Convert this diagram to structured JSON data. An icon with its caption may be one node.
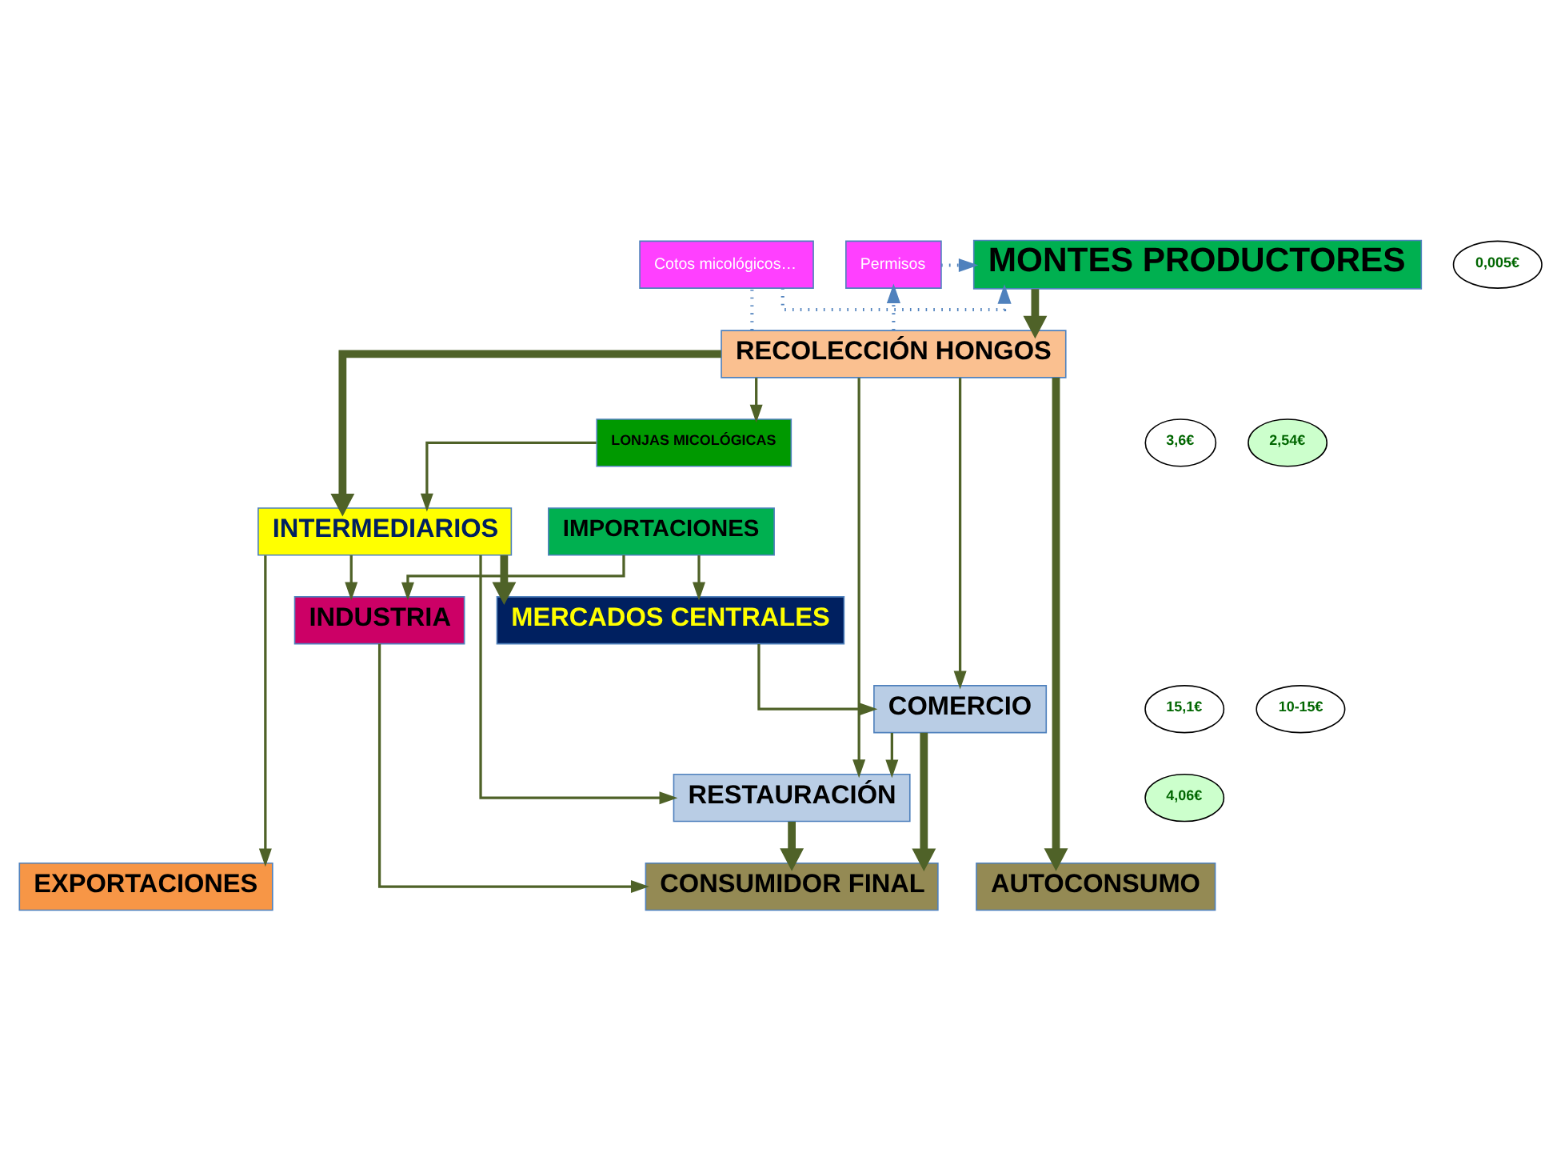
{
  "diagram": {
    "nodes": [
      {
        "text": [
          "MONTES PRODUCTORES"
        ]
      },
      {
        "text": [
          "Cotos micológicos…"
        ]
      },
      {
        "text": [
          "Permisos"
        ]
      },
      {
        "text": [
          "RECOLECCIÓN HONGOS"
        ]
      },
      {
        "text": [
          "IMPORTACIONES"
        ]
      },
      {
        "text": [
          "LONJAS MICOLÓGICAS"
        ]
      },
      {
        "text": [
          "INTERMEDIARIOS"
        ]
      },
      {
        "text": [
          "MERCADOS CENTRALES"
        ]
      },
      {
        "text": [
          "INDUSTRIA"
        ]
      },
      {
        "text": [
          "COMERCIO"
        ]
      },
      {
        "text": [
          "RESTAURACIÓN"
        ]
      },
      {
        "text": [
          "EXPORTACIONES"
        ]
      },
      {
        "text": [
          "CONSUMIDOR FINAL"
        ]
      },
      {
        "text": [
          "AUTOCONSUMO"
        ]
      },
      {
        "text": [
          "0,005€"
        ]
      },
      {
        "text": [
          "3,6€"
        ]
      },
      {
        "text": [
          "2,54€"
        ]
      },
      {
        "text": [
          "15,1€"
        ]
      },
      {
        "text": [
          "10-15€"
        ]
      },
      {
        "text": [
          "4,06€"
        ]
      }
    ],
    "edges": [
      {
        "from": 3,
        "to": 1,
        "arrow": "none",
        "style": "dashed",
        "color": "#4f81bd"
      },
      {
        "from": 1,
        "to": 0,
        "arrow": "to",
        "style": "dashed",
        "color": "#4f81bd"
      },
      {
        "from": 3,
        "to": 2,
        "arrow": "to",
        "style": "dashed",
        "color": "#4f81bd"
      },
      {
        "from": 2,
        "to": 0,
        "arrow": "to",
        "style": "dashed",
        "color": "#4f81bd"
      },
      {
        "from": 0,
        "to": 3,
        "arrow": "to",
        "style": "thick"
      },
      {
        "from": 3,
        "to": 5,
        "arrow": "to"
      },
      {
        "from": 5,
        "to": 6,
        "arrow": "to"
      },
      {
        "from": 3,
        "to": 6,
        "arrow": "to",
        "style": "thick"
      },
      {
        "from": 3,
        "to": 13,
        "arrow": "to",
        "style": "thick"
      },
      {
        "from": 3,
        "to": 9,
        "arrow": "to"
      },
      {
        "from": 3,
        "to": 10,
        "arrow": "to"
      },
      {
        "from": 4,
        "to": 8,
        "arrow": "to"
      },
      {
        "from": 4,
        "to": 7,
        "arrow": "to"
      },
      {
        "from": 6,
        "to": 11,
        "arrow": "to"
      },
      {
        "from": 6,
        "to": 7,
        "arrow": "to",
        "style": "thick"
      },
      {
        "from": 6,
        "to": 10,
        "arrow": "to"
      },
      {
        "from": 6,
        "to": 8,
        "arrow": "to"
      },
      {
        "from": 7,
        "to": 9,
        "arrow": "to"
      },
      {
        "from": 9,
        "to": 10,
        "arrow": "to"
      },
      {
        "from": 9,
        "to": 12,
        "arrow": "to",
        "style": "thick"
      },
      {
        "from": 10,
        "to": 12,
        "arrow": "to",
        "style": "thick"
      },
      {
        "from": 8,
        "to": 12,
        "arrow": "to"
      }
    ]
  }
}
